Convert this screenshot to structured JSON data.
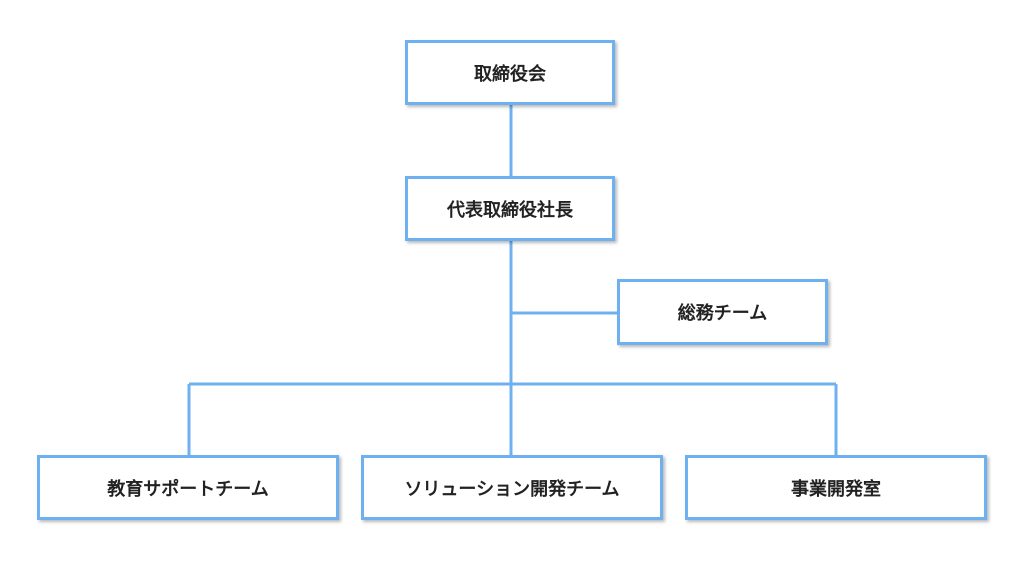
{
  "org_chart": {
    "board": "取締役会",
    "ceo": "代表取締役社長",
    "general_affairs": "総務チーム",
    "departments": [
      "教育サポートチーム",
      "ソリューション開発チーム",
      "事業開発室"
    ]
  },
  "colors": {
    "line": "#6fb1f0",
    "border": "#6fb1f0",
    "text": "#222222",
    "background": "#ffffff"
  }
}
